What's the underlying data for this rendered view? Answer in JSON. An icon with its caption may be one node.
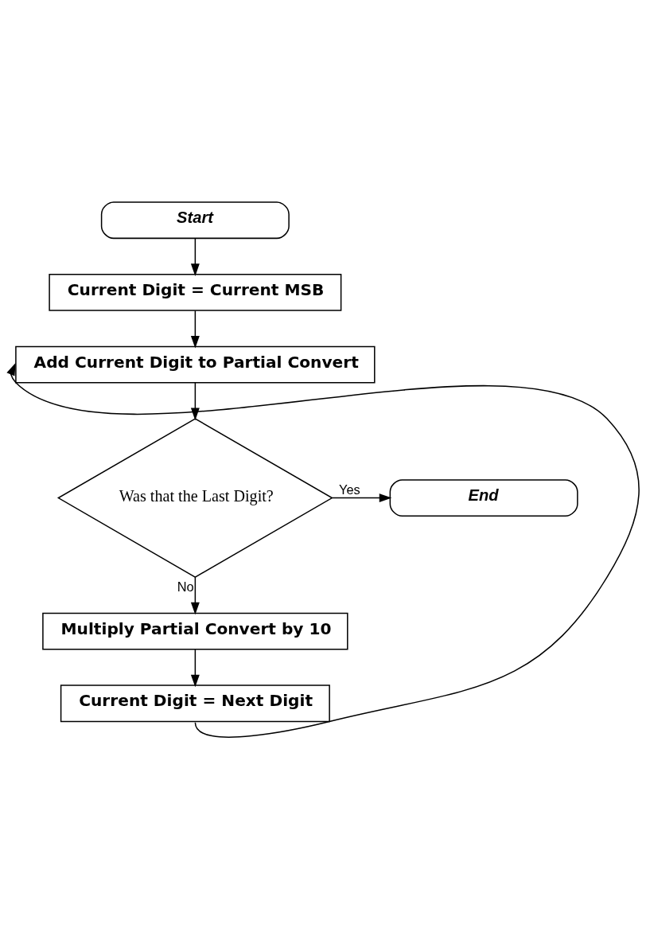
{
  "diagram": {
    "nodes": [
      {
        "text": [
          "Start"
        ]
      },
      {
        "text": [
          "Current Digit = Current MSB"
        ]
      },
      {
        "text": [
          "Add Current Digit to Partial Convert"
        ]
      },
      {
        "text": [
          "Was that the Last Digit?"
        ]
      },
      {
        "text": [
          "End"
        ]
      },
      {
        "text": [
          "Multiply Partial Convert by 10"
        ]
      },
      {
        "text": [
          "Current Digit = Next Digit"
        ]
      }
    ],
    "edges": [
      {
        "from": 0,
        "to": 1,
        "arrow": "to"
      },
      {
        "from": 1,
        "to": 2,
        "arrow": "to"
      },
      {
        "from": 2,
        "to": 3,
        "arrow": "to"
      },
      {
        "from": 3,
        "to": 4,
        "arrow": "to",
        "label": "Yes"
      },
      {
        "from": 3,
        "to": 5,
        "arrow": "to",
        "label": "No"
      },
      {
        "from": 5,
        "to": 6,
        "arrow": "to"
      },
      {
        "from": 6,
        "to": 2,
        "arrow": "to"
      }
    ]
  }
}
